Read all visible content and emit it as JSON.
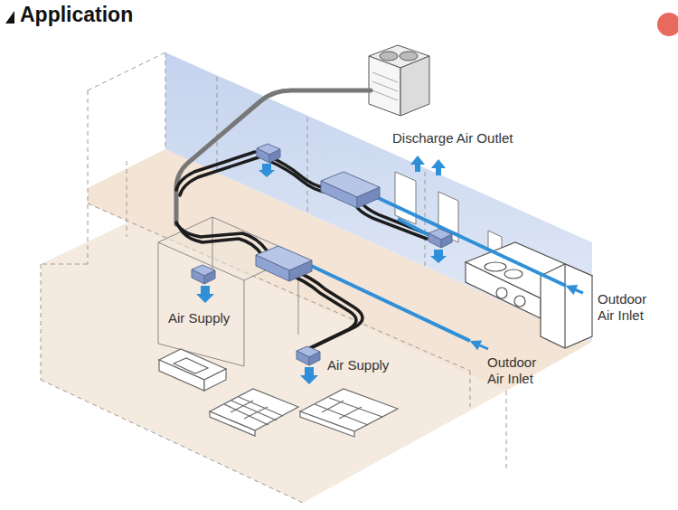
{
  "diagram": {
    "title": "Application",
    "labels": [
      "Discharge Air Outlet",
      "Air Supply",
      "Air Supply",
      "Outdoor Air Inlet",
      "Outdoor Air Inlet"
    ]
  }
}
